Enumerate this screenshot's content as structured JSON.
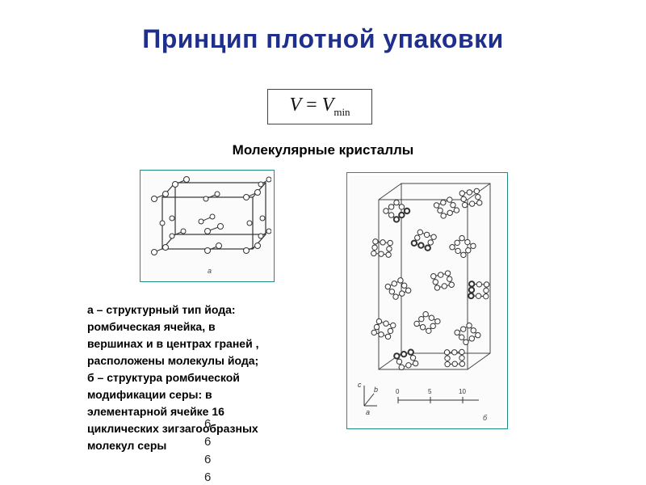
{
  "slide": {
    "title": "Принцип плотной упаковки",
    "formula": {
      "lhs": "V",
      "eq": "=",
      "rhs": "V",
      "sub": "min"
    },
    "subtitle": "Молекулярные кристаллы",
    "figure_a_label": "а",
    "figure_b_label": "б",
    "axes_b": {
      "c": "c",
      "b": "b",
      "a": "a"
    },
    "scale_labels": [
      "0",
      "5",
      "10"
    ],
    "caption_lines": [
      "а – структурный тип йода:",
      "ромбическая ячейка, в",
      "вершинах и в центрах граней ,",
      "расположены молекулы йода;",
      "б – структура ромбической",
      "модификации серы: в",
      "элементарной ячейке 16",
      "циклических зигзагообразных",
      "молекул серы"
    ],
    "page_marks": [
      "6",
      "6",
      "6",
      "6"
    ]
  }
}
